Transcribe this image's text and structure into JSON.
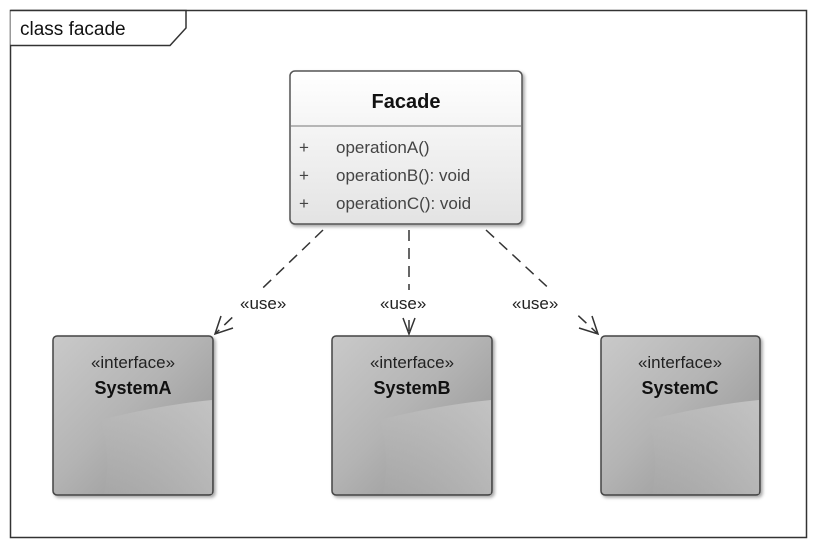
{
  "frame": {
    "label": "class facade"
  },
  "facade": {
    "name": "Facade",
    "operations": [
      {
        "visibility": "+",
        "signature": "operationA()"
      },
      {
        "visibility": "+",
        "signature": "operationB(): void"
      },
      {
        "visibility": "+",
        "signature": "operationC(): void"
      }
    ]
  },
  "interfaces": [
    {
      "stereotype": "«interface»",
      "name": "SystemA"
    },
    {
      "stereotype": "«interface»",
      "name": "SystemB"
    },
    {
      "stereotype": "«interface»",
      "name": "SystemC"
    }
  ],
  "dependencies": [
    {
      "label": "«use»"
    },
    {
      "label": "«use»"
    },
    {
      "label": "«use»"
    }
  ],
  "colors": {
    "frame_border": "#333333",
    "class_fill_top": "#ffffff",
    "class_fill_bottom": "#e4e4e4",
    "interface_fill_light": "#dcdcdc",
    "interface_fill_dark": "#9a9a9a",
    "text": "#222222",
    "operation_text": "#444444",
    "dependency_line": "#333333"
  }
}
